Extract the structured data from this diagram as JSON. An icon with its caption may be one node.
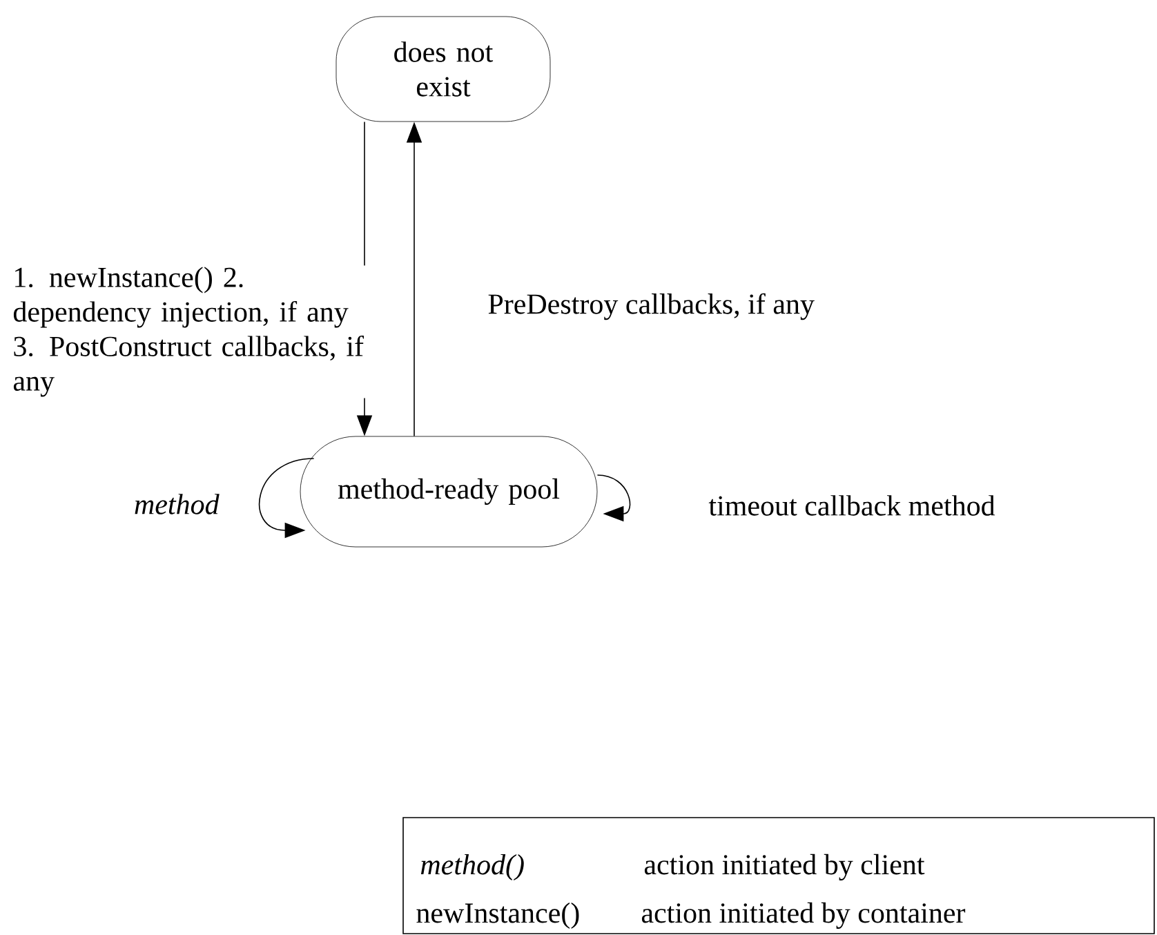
{
  "diagram": {
    "nodes": [
      {
        "text": [
          "does not exist"
        ]
      },
      {
        "text": [
          "method-ready pool"
        ]
      }
    ],
    "edges": [
      {
        "from": 0,
        "to": 1,
        "arrow": "to",
        "label": "1. newInstance() 2. dependency injection, if any 3. PostConstruct callbacks, if any"
      },
      {
        "from": 1,
        "to": 0,
        "arrow": "to",
        "label": "PreDestroy callbacks, if any"
      },
      {
        "from": 1,
        "to": 1,
        "arrow": "to",
        "label": "method"
      },
      {
        "from": 1,
        "to": 1,
        "arrow": "to",
        "label": "timeout callback method"
      }
    ],
    "labels": [
      "method()",
      "action initiated by client",
      "newInstance()",
      "action initiated by container"
    ]
  }
}
